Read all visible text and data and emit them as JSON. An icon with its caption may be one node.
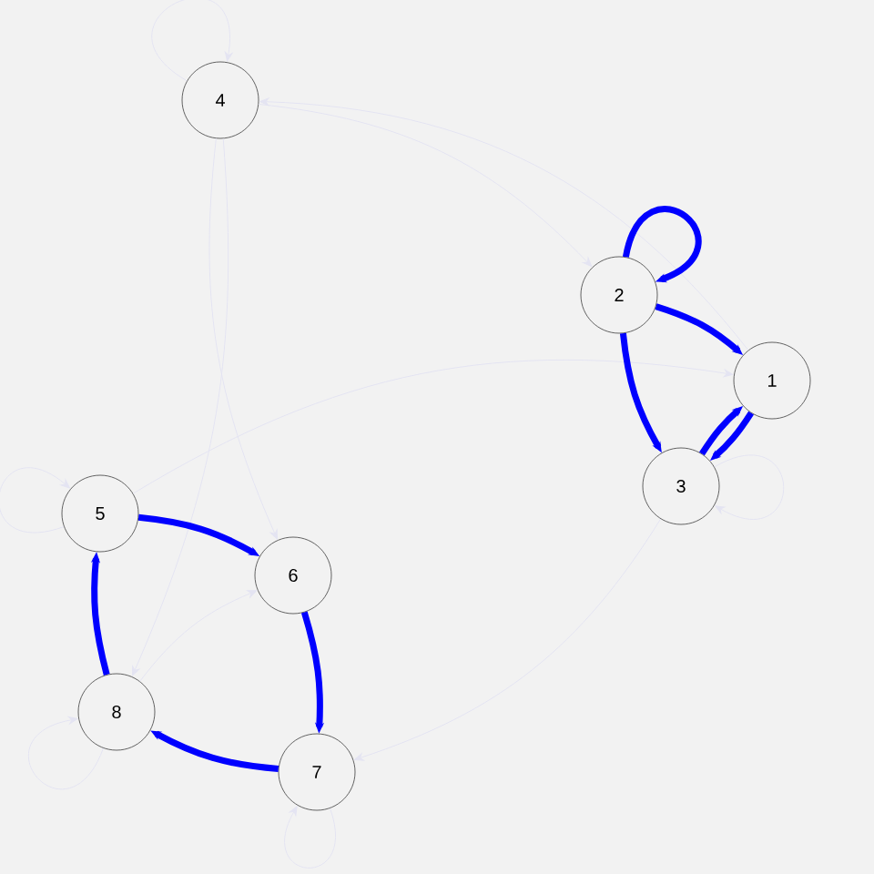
{
  "diagram": {
    "nodes": [
      {
        "text": [
          "1"
        ]
      },
      {
        "text": [
          "2"
        ]
      },
      {
        "text": [
          "3"
        ]
      },
      {
        "text": [
          "4"
        ]
      },
      {
        "text": [
          "5"
        ]
      },
      {
        "text": [
          "6"
        ]
      },
      {
        "text": [
          "7"
        ]
      },
      {
        "text": [
          "8"
        ]
      }
    ],
    "edges": [
      {
        "from": 3,
        "to": 3,
        "arrow": "to"
      },
      {
        "from": 3,
        "to": 1,
        "arrow": "to"
      },
      {
        "from": 3,
        "to": 5,
        "arrow": "to"
      },
      {
        "from": 3,
        "to": 7,
        "arrow": "to"
      },
      {
        "from": 0,
        "to": 3,
        "arrow": "to"
      },
      {
        "from": 4,
        "to": 0,
        "arrow": "to"
      },
      {
        "from": 2,
        "to": 2,
        "arrow": "to"
      },
      {
        "from": 2,
        "to": 6,
        "arrow": "to"
      },
      {
        "from": 4,
        "to": 4,
        "arrow": "to"
      },
      {
        "from": 7,
        "to": 7,
        "arrow": "to"
      },
      {
        "from": 6,
        "to": 6,
        "arrow": "to"
      },
      {
        "from": 7,
        "to": 5,
        "arrow": "to"
      },
      {
        "from": 1,
        "to": 1,
        "arrow": "to",
        "style": "thick",
        "color": "#0000ff"
      },
      {
        "from": 1,
        "to": 0,
        "arrow": "to",
        "style": "thick",
        "color": "#0000ff"
      },
      {
        "from": 1,
        "to": 2,
        "arrow": "to",
        "style": "thick",
        "color": "#0000ff"
      },
      {
        "from": 2,
        "to": 0,
        "arrow": "to",
        "style": "thick",
        "color": "#0000ff"
      },
      {
        "from": 0,
        "to": 2,
        "arrow": "to",
        "style": "thick",
        "color": "#0000ff"
      },
      {
        "from": 4,
        "to": 5,
        "arrow": "to",
        "style": "thick",
        "color": "#0000ff"
      },
      {
        "from": 5,
        "to": 6,
        "arrow": "to",
        "style": "thick",
        "color": "#0000ff"
      },
      {
        "from": 6,
        "to": 7,
        "arrow": "to",
        "style": "thick",
        "color": "#0000ff"
      },
      {
        "from": 7,
        "to": 4,
        "arrow": "to",
        "style": "thick",
        "color": "#0000ff"
      }
    ]
  }
}
